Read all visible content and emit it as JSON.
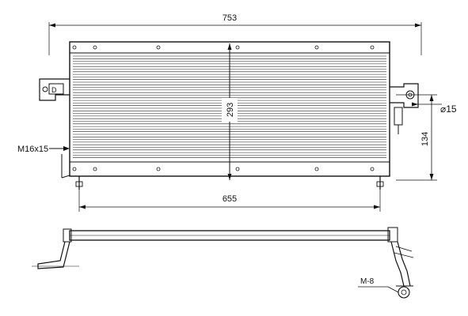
{
  "dimensions": {
    "overall_width": "753",
    "inner_width": "655",
    "core_height": "293",
    "side_height": "134",
    "pipe_diameter": "⌀15",
    "thread_callout": "M16x15",
    "bolt_callout": "M-8"
  },
  "icons": {
    "arrow": "arrow-icon",
    "fitting": "pipe-fitting-icon"
  },
  "colors": {
    "line": "#111111",
    "background": "#ffffff"
  }
}
